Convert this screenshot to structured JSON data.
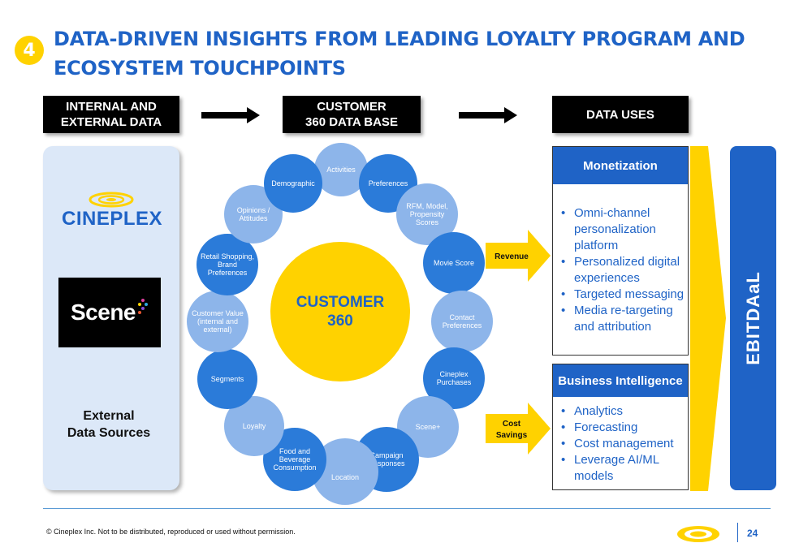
{
  "header": {
    "badge_number": "4",
    "title": "DATA-DRIVEN INSIGHTS FROM LEADING LOYALTY PROGRAM AND ECOSYSTEM TOUCHPOINTS"
  },
  "columns": {
    "col1": [
      "INTERNAL AND",
      "EXTERNAL DATA"
    ],
    "col2": [
      "CUSTOMER",
      "360 DATA BASE"
    ],
    "col3": "DATA USES"
  },
  "left_panel": {
    "cineplex_logo": "CINEPLEX",
    "scene_logo": "Scene",
    "label": [
      "External",
      "Data Sources"
    ]
  },
  "center": {
    "title_line1": "CUSTOMER",
    "title_line2": "360",
    "bubbles": {
      "activities": "Activities",
      "preferences": "Preferences",
      "rfm": "RFM, Model, Propensity Scores",
      "movie_score": "Movie Score",
      "contact_prefs": "Contact Preferences",
      "cineplex_purchases": "Cineplex Purchases",
      "scene_plus": "Scene+",
      "campaign_responses": "Campaign Responses",
      "location": "Location",
      "food_beverage": "Food and Beverage Consumption",
      "loyalty": "Loyalty",
      "segments": "Segments",
      "customer_value": "Customer Value (internal and external)",
      "retail_shopping": "Retail Shopping, Brand Preferences",
      "opinions": "Opinions / Attitudes",
      "demographic": "Demographic"
    }
  },
  "arrows": {
    "revenue": "Revenue",
    "cost_savings_1": "Cost",
    "cost_savings_2": "Savings"
  },
  "monetization": {
    "title": "Monetization",
    "items": [
      "Omni-channel personalization platform",
      "Personalized digital experiences",
      "Targeted messaging",
      "Media re-targeting and attribution"
    ]
  },
  "business_intelligence": {
    "title": "Business Intelligence",
    "items": [
      "Analytics",
      "Forecasting",
      "Cost management",
      "Leverage AI/ML models"
    ]
  },
  "ebitda": "EBITDAaL",
  "footer": {
    "copyright": "© Cineplex Inc. Not to be distributed, reproduced or used without permission.",
    "page": "24"
  },
  "colors": {
    "brand_blue": "#1F63C6",
    "gold": "#FFD200",
    "bubble_dark": "#2B7BD9",
    "bubble_light": "#8DB5EA"
  }
}
